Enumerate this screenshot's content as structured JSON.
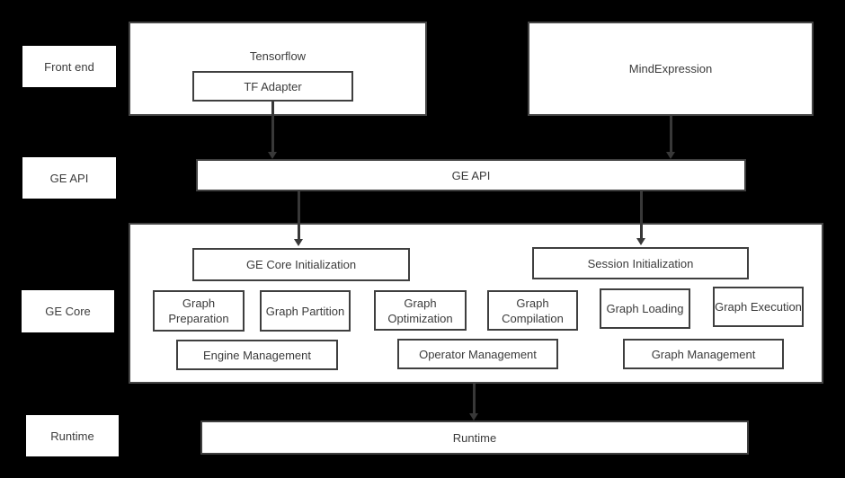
{
  "colors": {
    "background": "#000000",
    "box_background": "#ffffff",
    "border": "#3f3f3f",
    "text": "#3b3b3b",
    "arrow": "#383838"
  },
  "side_labels": {
    "front_end": "Front end",
    "ge_api": "GE API",
    "ge_core": "GE Core",
    "runtime": "Runtime"
  },
  "diagram": {
    "tensorflow": {
      "title": "Tensorflow",
      "tf_adapter": "TF Adapter"
    },
    "mind_expression": {
      "title": "MindExpression"
    },
    "ge_api_bar": "GE API",
    "ge_core": {
      "ge_core_init": "GE Core Initialization",
      "session_init": "Session Initialization",
      "modules": [
        "Graph Preparation",
        "Graph Partition",
        "Graph Optimization",
        "Graph Compilation",
        "Graph Loading",
        "Graph Execution"
      ],
      "management": [
        "Engine Management",
        "Operator Management",
        "Graph Management"
      ]
    },
    "runtime_bar": "Runtime"
  }
}
